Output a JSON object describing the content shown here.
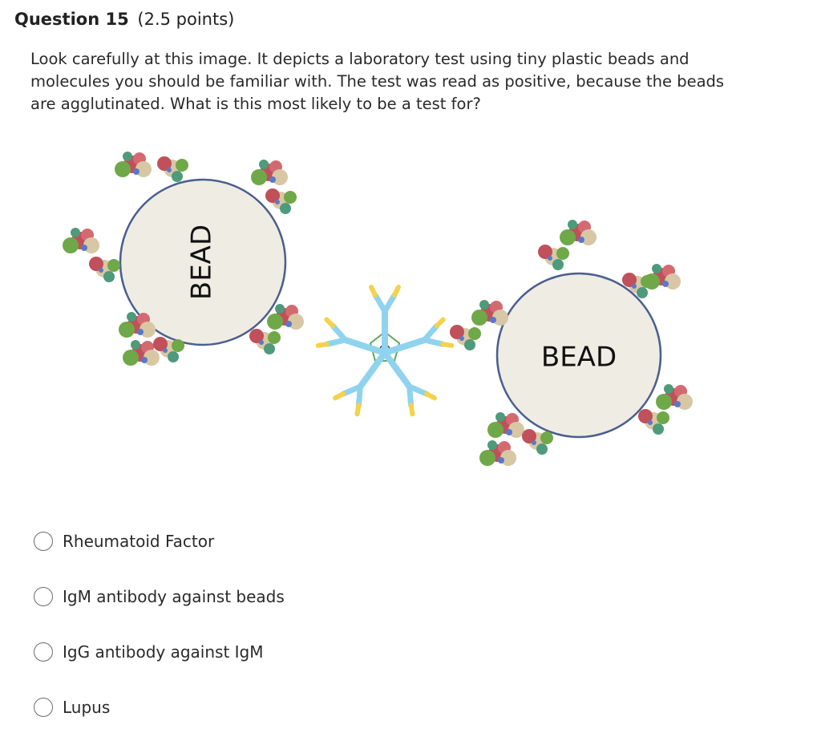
{
  "question": {
    "number_label": "Question 15",
    "points_label": "(2.5 points)",
    "text": "Look carefully at this image. It depicts a laboratory test using tiny plastic beads and molecules you should be familiar with. The test was read as positive, because the beads are agglutinated. What is this most likely to be a test for?"
  },
  "figure": {
    "bead_left_label": "BEAD",
    "bead_right_label": "BEAD",
    "colors": {
      "bead_fill": "#efece3",
      "bead_stroke": "#4a5f8e",
      "antigen_red": "#c0505a",
      "antigen_green": "#6fa848",
      "antigen_tan": "#d8c7a4",
      "igm_blue": "#8fd3ee",
      "igm_yellow": "#f4d24a"
    }
  },
  "options": [
    {
      "label": "Rheumatoid Factor"
    },
    {
      "label": "IgM antibody against beads"
    },
    {
      "label": "IgG antibody against IgM"
    },
    {
      "label": "Lupus"
    }
  ]
}
